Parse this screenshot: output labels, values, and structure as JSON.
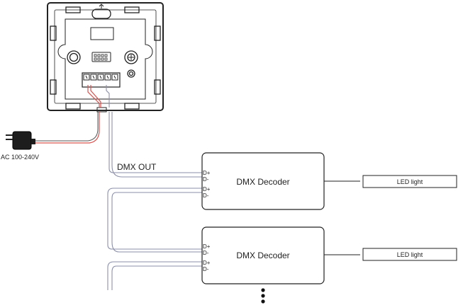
{
  "power": {
    "label": "AC 100-240V"
  },
  "dmx_out": {
    "label": "DMX OUT"
  },
  "decoders": [
    {
      "title": "DMX Decoder",
      "ports": [
        "D+",
        "D-",
        "D+",
        "D-"
      ],
      "output": "LED light"
    },
    {
      "title": "DMX Decoder",
      "ports": [
        "D+",
        "D-",
        "D+",
        "D-"
      ],
      "output": "LED light"
    }
  ],
  "colors": {
    "power_wire": "#d9534f",
    "signal_wire": "#8b8fa8",
    "outline": "#222222"
  }
}
